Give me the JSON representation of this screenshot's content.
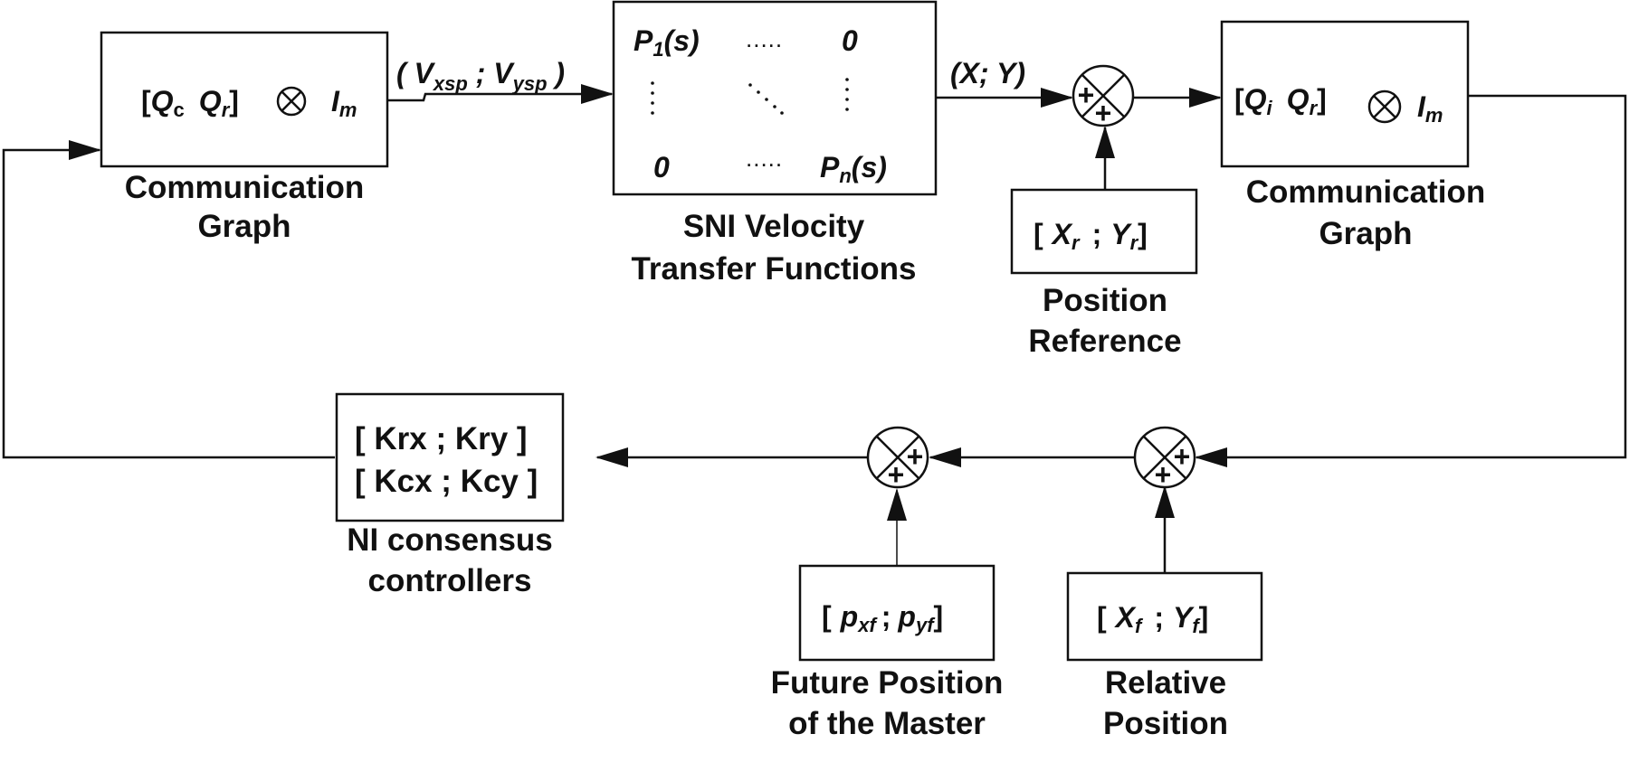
{
  "blocks": {
    "comm_graph_1": {
      "factor_a": "Q",
      "factor_a_sub": "c",
      "factor_b": "Q",
      "factor_b_sub": "r",
      "identity": "I",
      "identity_sub": "m",
      "caption_line1": "Communication",
      "caption_line2": "Graph"
    },
    "sni_velocity": {
      "p1": "P",
      "p1_sub": "1",
      "p1_arg": "(s)",
      "pn": "P",
      "pn_sub": "n",
      "pn_arg": "(s)",
      "zero_top": "0",
      "zero_bottom": "0",
      "hdots": ".....",
      "caption_line1": "SNI Velocity",
      "caption_line2": "Transfer Functions"
    },
    "comm_graph_2": {
      "factor_a": "Q",
      "factor_a_sub": "i",
      "factor_b": "Q",
      "factor_b_sub": "r",
      "identity": "I",
      "identity_sub": "m",
      "caption_line1": "Communication",
      "caption_line2": "Graph"
    },
    "position_reference": {
      "x": "X",
      "x_sub": "r",
      "y": "Y",
      "y_sub": "r",
      "caption_line1": "Position",
      "caption_line2": "Reference"
    },
    "consensus_controllers": {
      "row1": "[ Krx ; Kry ]",
      "row2": "[ Kcx ; Kcy ]",
      "caption_line1": "NI consensus",
      "caption_line2": "controllers"
    },
    "future_position": {
      "x": "p",
      "x_sub": "xf",
      "y": "p",
      "y_sub": "yf",
      "caption_line1": "Future Position",
      "caption_line2": "of the Master"
    },
    "relative_position": {
      "x": "X",
      "x_sub": "f",
      "y": "Y",
      "y_sub": "f",
      "caption_line1": "Relative",
      "caption_line2": "Position"
    }
  },
  "signals": {
    "velocity_setpoint": {
      "open": "( V",
      "vx_sub": "xsp",
      "sep": " ; V",
      "vy_sub": "ysp",
      "close": " )"
    },
    "position_output": "(X; Y)"
  },
  "symbols": {
    "plus": "+",
    "kron": "⊗",
    "open_bracket": "[",
    "close_bracket": "]",
    "separator": ";"
  }
}
